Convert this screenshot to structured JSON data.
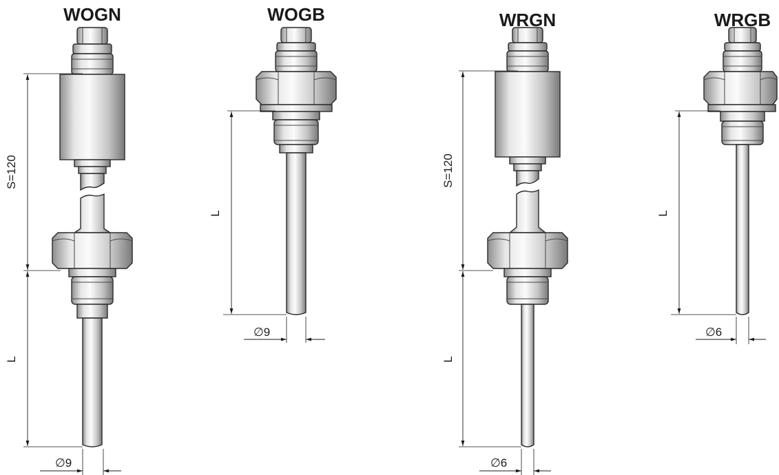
{
  "sensors": [
    {
      "title": "WOGN",
      "dims": {
        "s": "S=120",
        "l": "L",
        "d": "∅9"
      }
    },
    {
      "title": "WOGB",
      "dims": {
        "l": "L",
        "d": "∅9"
      }
    },
    {
      "title": "WRGN",
      "dims": {
        "s": "S=120",
        "l": "L",
        "d": "∅6"
      }
    },
    {
      "title": "WRGB",
      "dims": {
        "l": "L",
        "d": "∅6"
      }
    }
  ],
  "colors": {
    "steel_light": "#f2f2f2",
    "steel_mid": "#c8c8c8",
    "steel_dark": "#8a8a8a",
    "outline": "#2a2a2a"
  }
}
